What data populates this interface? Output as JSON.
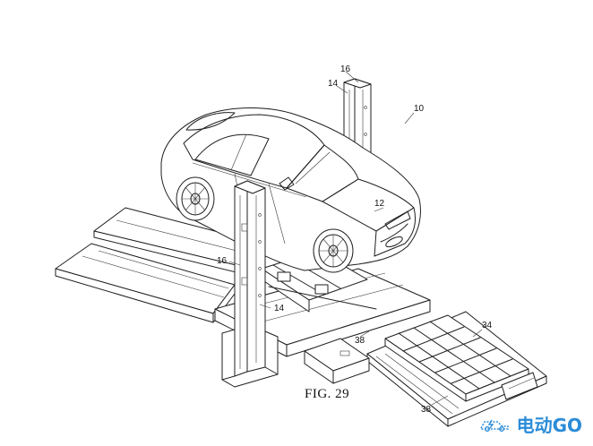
{
  "figure": {
    "caption": "FIG. 29"
  },
  "labels": {
    "system": "10",
    "vehicle": "12",
    "lift_post_a": "14",
    "lift_post_b": "14",
    "lift_tower_a": "16",
    "lift_tower_b": "16",
    "battery": "34",
    "rail_a": "38",
    "rail_b": "38"
  },
  "watermark": {
    "text": "电动GO",
    "color": "#2b8cd8"
  }
}
